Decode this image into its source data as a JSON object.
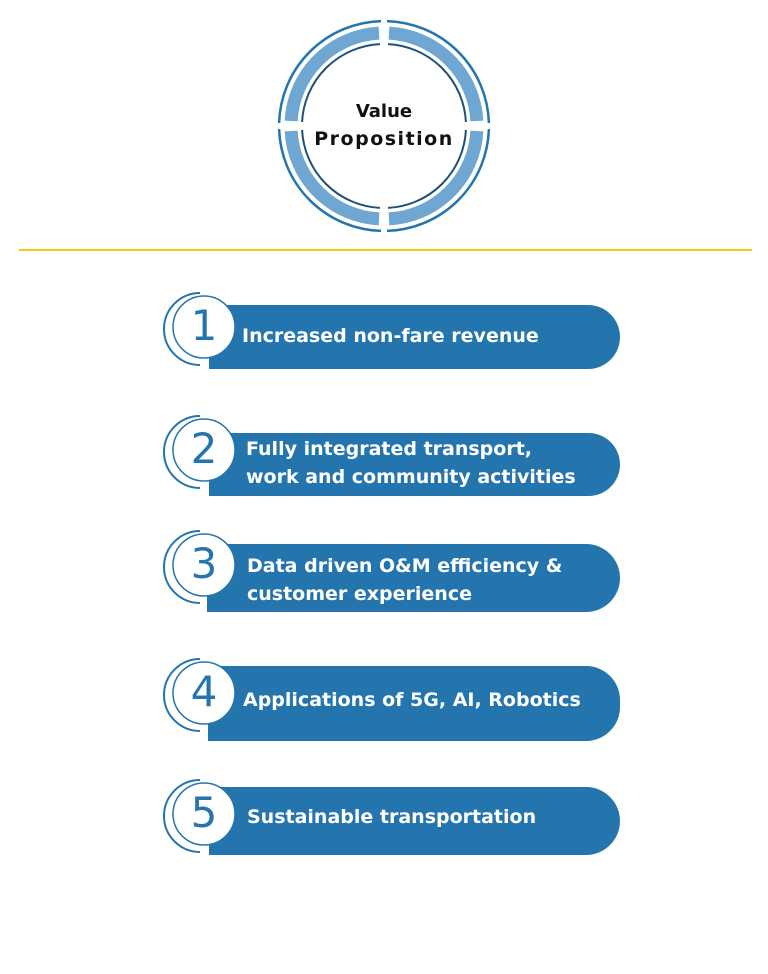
{
  "title": {
    "line1": "Value",
    "line2": "Proposition"
  },
  "colors": {
    "primary": "#2475ad",
    "light": "#6fa6d2",
    "dark": "#1e5078",
    "accent": "#f5c518",
    "badge_fill": "#ffffff"
  },
  "items": [
    {
      "number": "1",
      "text": "Increased non-fare revenue"
    },
    {
      "number": "2",
      "text": "Fully integrated transport, work and community activities"
    },
    {
      "number": "3",
      "text": "Data driven O&M efficiency & customer experience"
    },
    {
      "number": "4",
      "text": "Applications of 5G, AI, Robotics"
    },
    {
      "number": "5",
      "text": "Sustainable transportation"
    }
  ]
}
